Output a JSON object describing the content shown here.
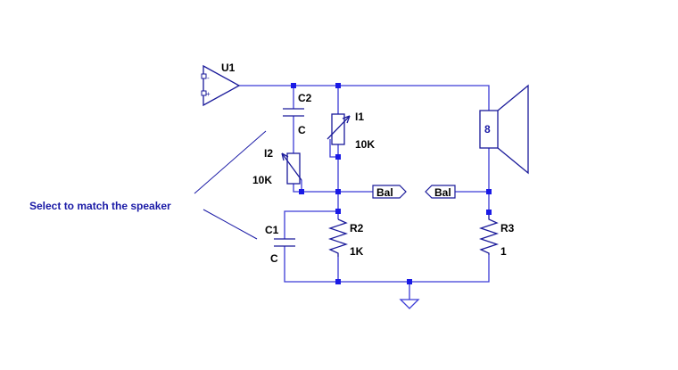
{
  "components": {
    "u1": {
      "ref": "U1"
    },
    "c2": {
      "ref": "C2",
      "value": "C"
    },
    "i1": {
      "ref": "I1",
      "value": "10K"
    },
    "i2": {
      "ref": "I2",
      "value": "10K"
    },
    "c1": {
      "ref": "C1",
      "value": "C"
    },
    "r2": {
      "ref": "R2",
      "value": "1K"
    },
    "r3": {
      "ref": "R3",
      "value": "1"
    },
    "speaker": {
      "value": "8"
    }
  },
  "net_labels": {
    "left": "Bal",
    "right": "Bal"
  },
  "annotation": "Select to match the speaker",
  "colors": {
    "wire": "#3b3bd6",
    "component": "#1a1a9a",
    "junction": "#1a1ae6",
    "note": "#1a1aa6"
  }
}
